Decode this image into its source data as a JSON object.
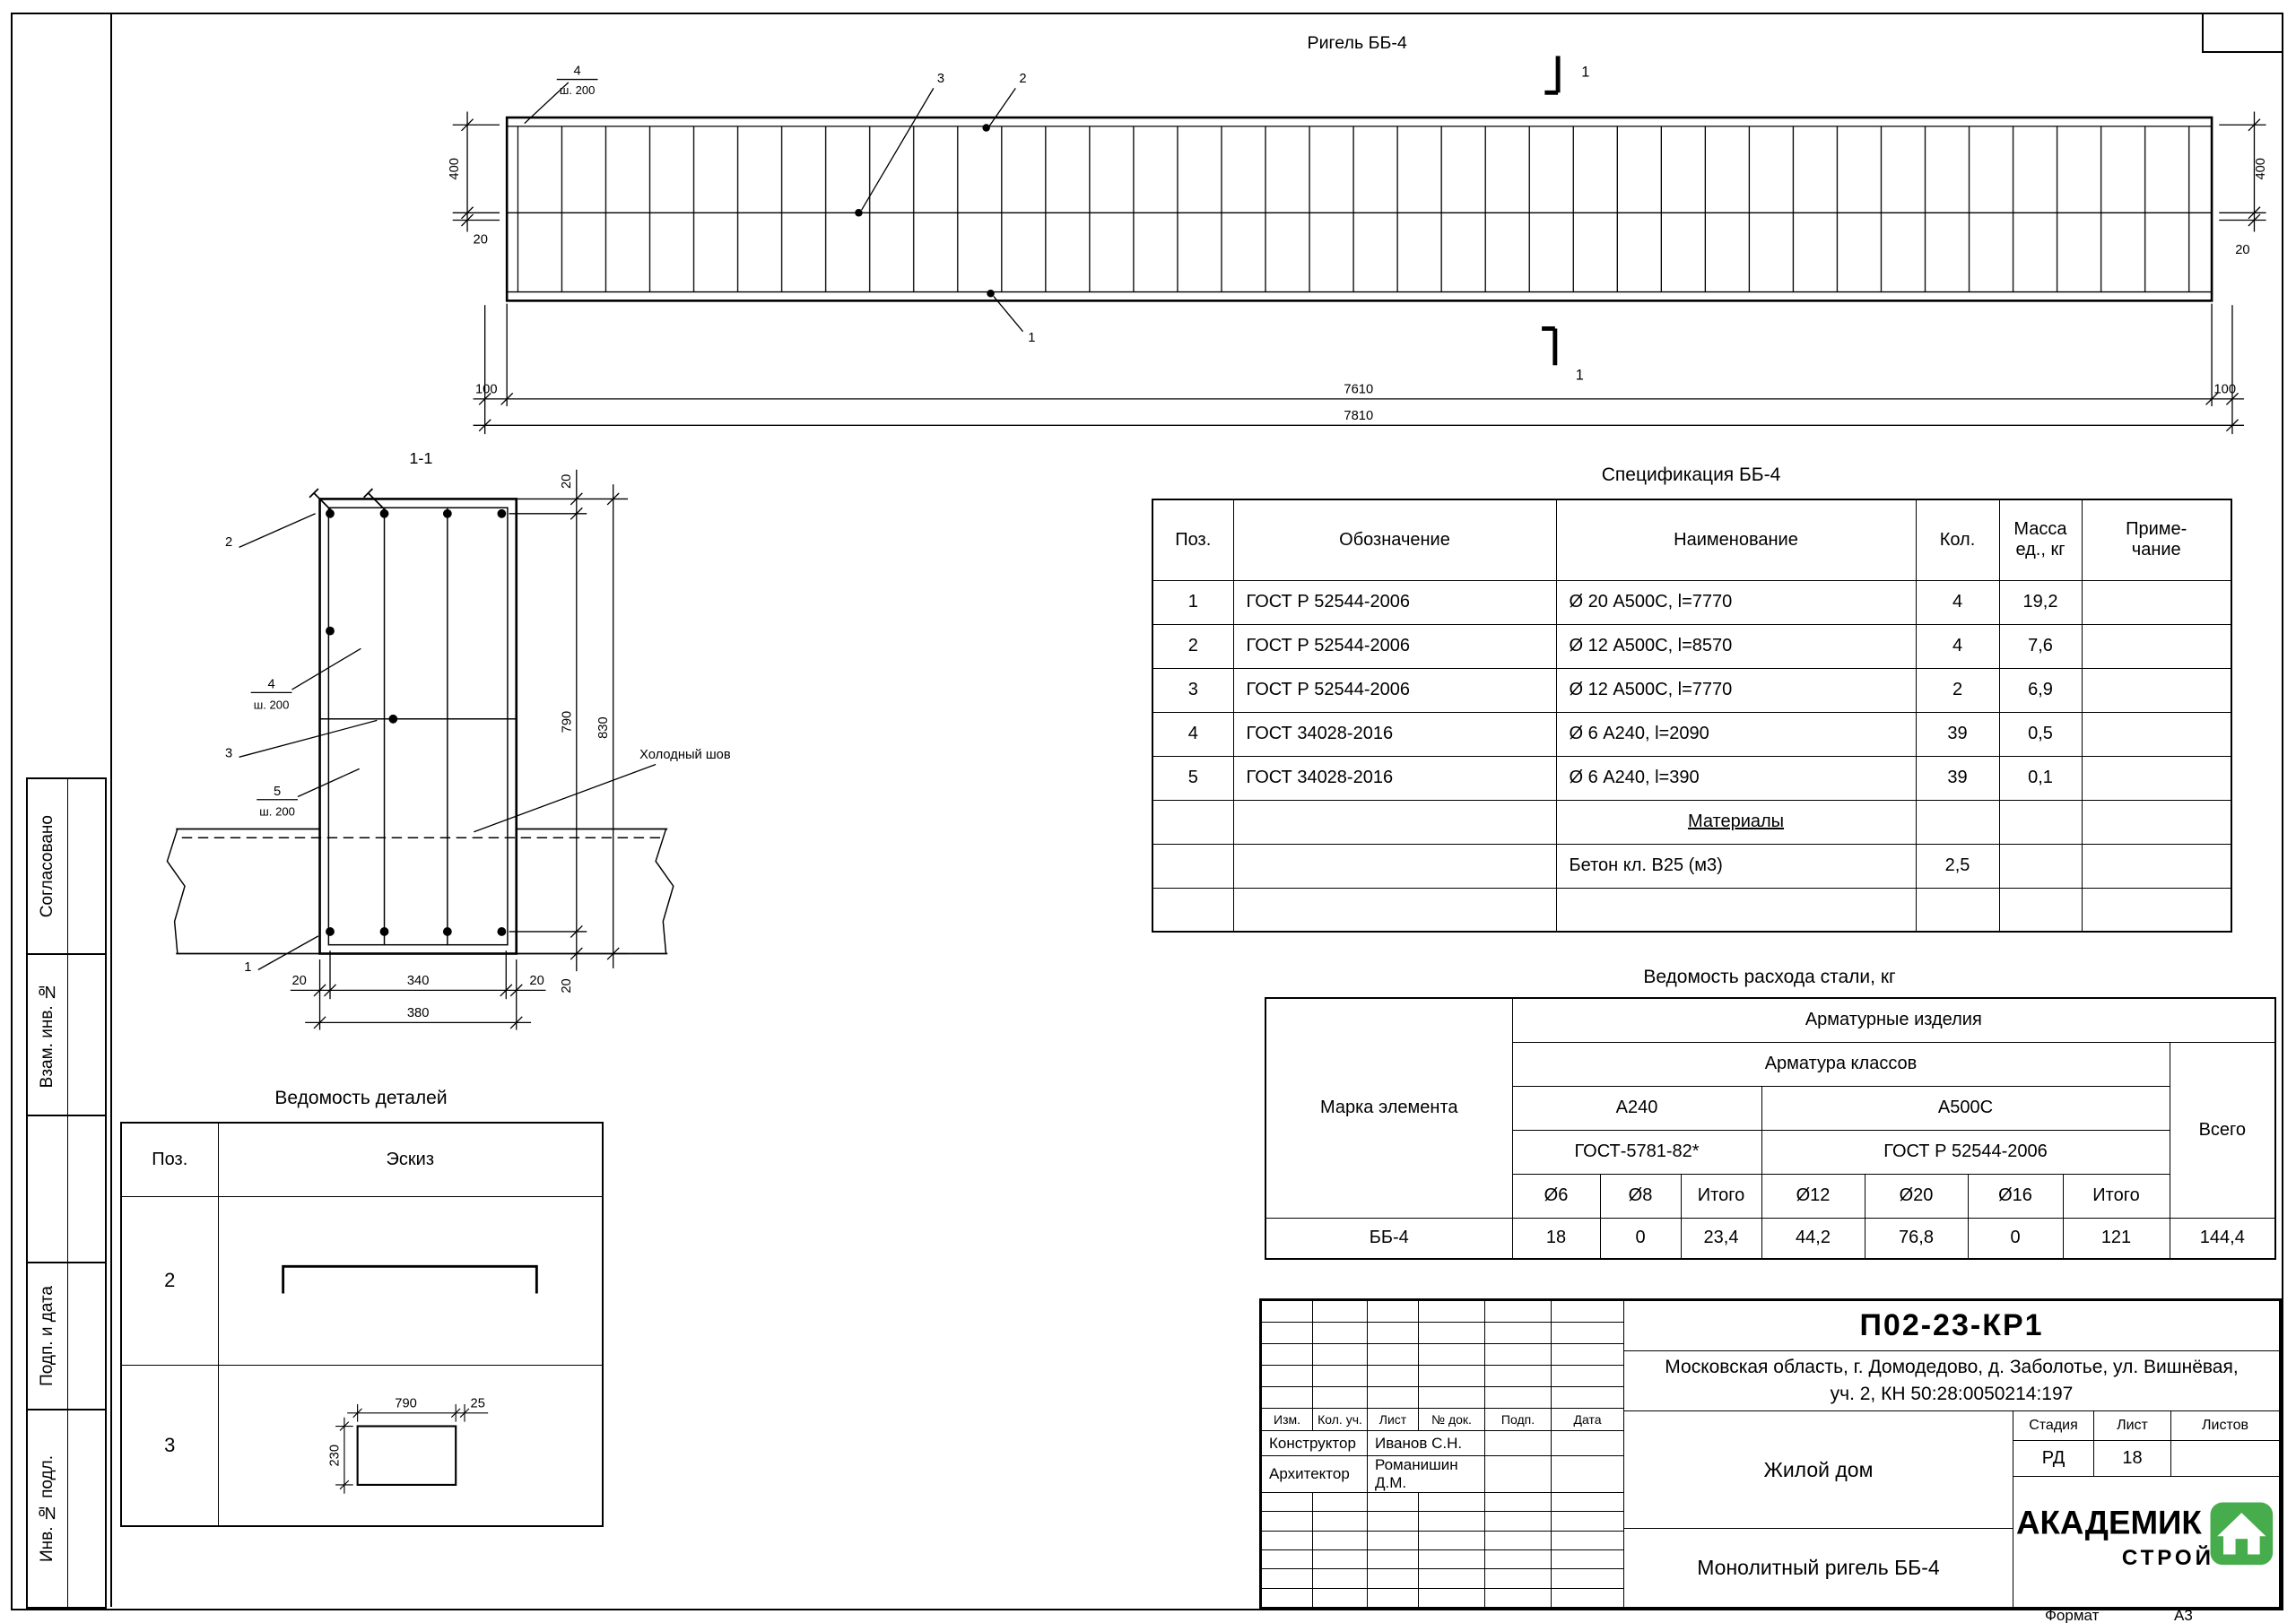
{
  "page": {
    "format_label": "Формат",
    "format_value": "А3"
  },
  "stamps": {
    "s1": "Согласовано",
    "s2": "Взам. инв. №",
    "s3": "Подп. и дата",
    "s4": "Инв. № подл."
  },
  "beam": {
    "title": "Ригель ББ-4",
    "dim_400_left": "400",
    "dim_20_left": "20",
    "dim_400_right": "400",
    "dim_20_right": "20",
    "dim_100_left": "100",
    "dim_7610": "7610",
    "dim_100_right": "100",
    "dim_7810": "7810",
    "callout_4": "4",
    "callout_4_note": "ш. 200",
    "callout_3": "3",
    "callout_2": "2",
    "callout_1": "1",
    "section_mark_top": "1",
    "section_mark_bottom": "1"
  },
  "section": {
    "title": "1-1",
    "dim_20_top": "20",
    "dim_790": "790",
    "dim_830": "830",
    "dim_20_bottom": "20",
    "dim_20_bl": "20",
    "dim_340": "340",
    "dim_20_br": "20",
    "dim_380": "380",
    "callout_2": "2",
    "callout_4": "4",
    "callout_4_note": "ш. 200",
    "callout_3": "3",
    "callout_5": "5",
    "callout_5_note": "ш. 200",
    "callout_1": "1",
    "cold_joint": "Холодный шов"
  },
  "spec": {
    "title": "Спецификация ББ-4",
    "h_pos": "Поз.",
    "h_mark": "Обозначение",
    "h_name": "Наименование",
    "h_qty": "Кол.",
    "h_mass1": "Масса",
    "h_mass2": "ед., кг",
    "h_note1": "Приме-",
    "h_note2": "чание",
    "rows": [
      {
        "pos": "1",
        "mark": "ГОСТ Р 52544-2006",
        "name": "Ø 20 А500С, l=7770",
        "qty": "4",
        "mass": "19,2"
      },
      {
        "pos": "2",
        "mark": "ГОСТ Р 52544-2006",
        "name": "Ø 12 А500С, l=8570",
        "qty": "4",
        "mass": "7,6"
      },
      {
        "pos": "3",
        "mark": "ГОСТ Р 52544-2006",
        "name": "Ø 12 А500С, l=7770",
        "qty": "2",
        "mass": "6,9"
      },
      {
        "pos": "4",
        "mark": "ГОСТ 34028-2016",
        "name": "Ø 6 А240, l=2090",
        "qty": "39",
        "mass": "0,5"
      },
      {
        "pos": "5",
        "mark": "ГОСТ 34028-2016",
        "name": "Ø 6 А240, l=390",
        "qty": "39",
        "mass": "0,1"
      }
    ],
    "materials_label": "Материалы",
    "concrete_name": "Бетон кл. В25 (м3)",
    "concrete_qty": "2,5"
  },
  "steel": {
    "title": "Ведомость расхода стали, кг",
    "h_element": "Марка элемента",
    "h_products": "Арматурные изделия",
    "h_classes": "Арматура классов",
    "h_a240": "А240",
    "h_a500": "А500С",
    "h_gost1": "ГОСТ-5781-82*",
    "h_gost2": "ГОСТ Р 52544-2006",
    "h_total": "Всего",
    "h_d6": "Ø6",
    "h_d8": "Ø8",
    "h_sub1": "Итого",
    "h_d12": "Ø12",
    "h_d20": "Ø20",
    "h_d16": "Ø16",
    "h_sub2": "Итого",
    "row": {
      "element": "ББ-4",
      "d6": "18",
      "d8": "0",
      "sub1": "23,4",
      "d12": "44,2",
      "d20": "76,8",
      "d16": "0",
      "sub2": "121",
      "total": "144,4"
    }
  },
  "details": {
    "title": "Ведомость деталей",
    "h_pos": "Поз.",
    "h_sketch": "Эскиз",
    "row1_pos": "2",
    "row2_pos": "3",
    "row2_dim_w": "790",
    "row2_dim_hook": "25",
    "row2_dim_h": "230"
  },
  "titleblock": {
    "doc_number": "П02-23-КР1",
    "address1": "Московская область, г. Домодедово, д. Заболотье, ул. Вишнёвая,",
    "address2": "уч. 2, КН 50:28:0050214:197",
    "col_izm": "Изм.",
    "col_kol": "Кол. уч.",
    "col_list": "Лист",
    "col_doc": "№ док.",
    "col_podp": "Подп.",
    "col_data": "Дата",
    "role1": "Конструктор",
    "name1": "Иванов С.Н.",
    "role2": "Архитектор",
    "name2": "Романишин Д.М.",
    "object_name": "Жилой дом",
    "stage_label": "Стадия",
    "sheet_label": "Лист",
    "sheets_label": "Листов",
    "stage": "РД",
    "sheet": "18",
    "sheets": "",
    "drawing_title": "Монолитный ригель ББ-4",
    "logo_line1": "АКАДЕМИК",
    "logo_line2": "СТРОЙ"
  },
  "colors": {
    "logo_blue": "#2499cf",
    "logo_green": "#47ad4c"
  }
}
